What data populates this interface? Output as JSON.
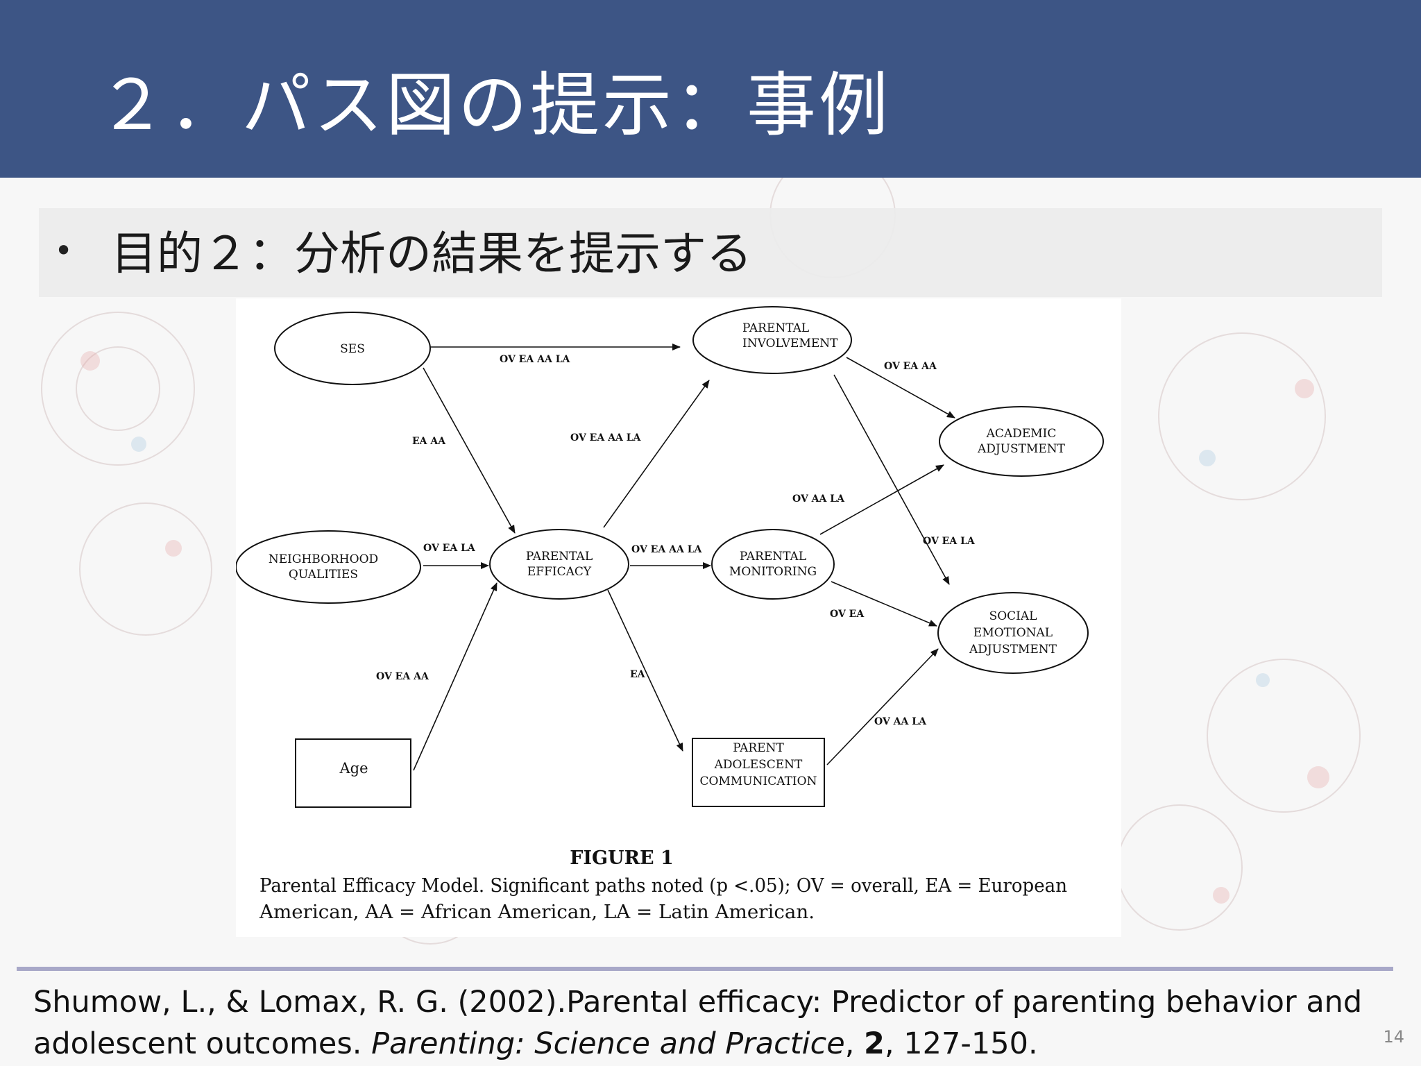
{
  "slide": {
    "title": "２．パス図の提示：事例",
    "bullet": "目的２：分析の結果を提示する",
    "page_number": "14"
  },
  "figure": {
    "nodes": {
      "ses": "SES",
      "parental_involvement": [
        "PARENTAL",
        "INVOLVEMENT"
      ],
      "academic_adjustment": [
        "ACADEMIC",
        "ADJUSTMENT"
      ],
      "neighborhood_qualities": [
        "NEIGHBORHOOD",
        "QUALITIES"
      ],
      "parental_efficacy": [
        "PARENTAL",
        "EFFICACY"
      ],
      "parental_monitoring": [
        "PARENTAL",
        "MONITORING"
      ],
      "social_emotional_adjustment": [
        "SOCIAL",
        "EMOTIONAL",
        "ADJUSTMENT"
      ],
      "age": "Age",
      "parent_adolescent_communication": [
        "PARENT",
        "ADOLESCENT",
        "COMMUNICATION"
      ]
    },
    "path_labels": {
      "ses_involvement": "OV EA AA LA",
      "ses_efficacy": "EA AA",
      "efficacy_involvement": "OV EA AA LA",
      "involvement_academic": "OV EA AA",
      "monitoring_academic": "OV AA LA",
      "neighborhood_efficacy": "OV EA LA",
      "efficacy_monitoring": "OV EA AA LA",
      "involvement_social": "OV EA LA",
      "monitoring_social": "OV EA",
      "age_efficacy": "OV EA AA",
      "efficacy_communication": "EA",
      "communication_social": "OV AA LA"
    },
    "caption_title": "FIGURE 1",
    "caption_line1": "Parental Efficacy Model. Significant paths noted (p <.05); OV = overall, EA = European",
    "caption_line2": "American, AA = African American, LA = Latin American."
  },
  "reference": {
    "line1": "Shumow, L., & Lomax, R. G. (2002).Parental efficacy: Predictor of parenting behavior and",
    "line2_start": "adolescent outcomes. ",
    "journal": "Parenting: Science and Practice",
    "sep1": ", ",
    "volume": "2",
    "pages": ", 127-150."
  },
  "colors": {
    "title_bar": "#3d5585",
    "divider": "#a8a8c8"
  }
}
